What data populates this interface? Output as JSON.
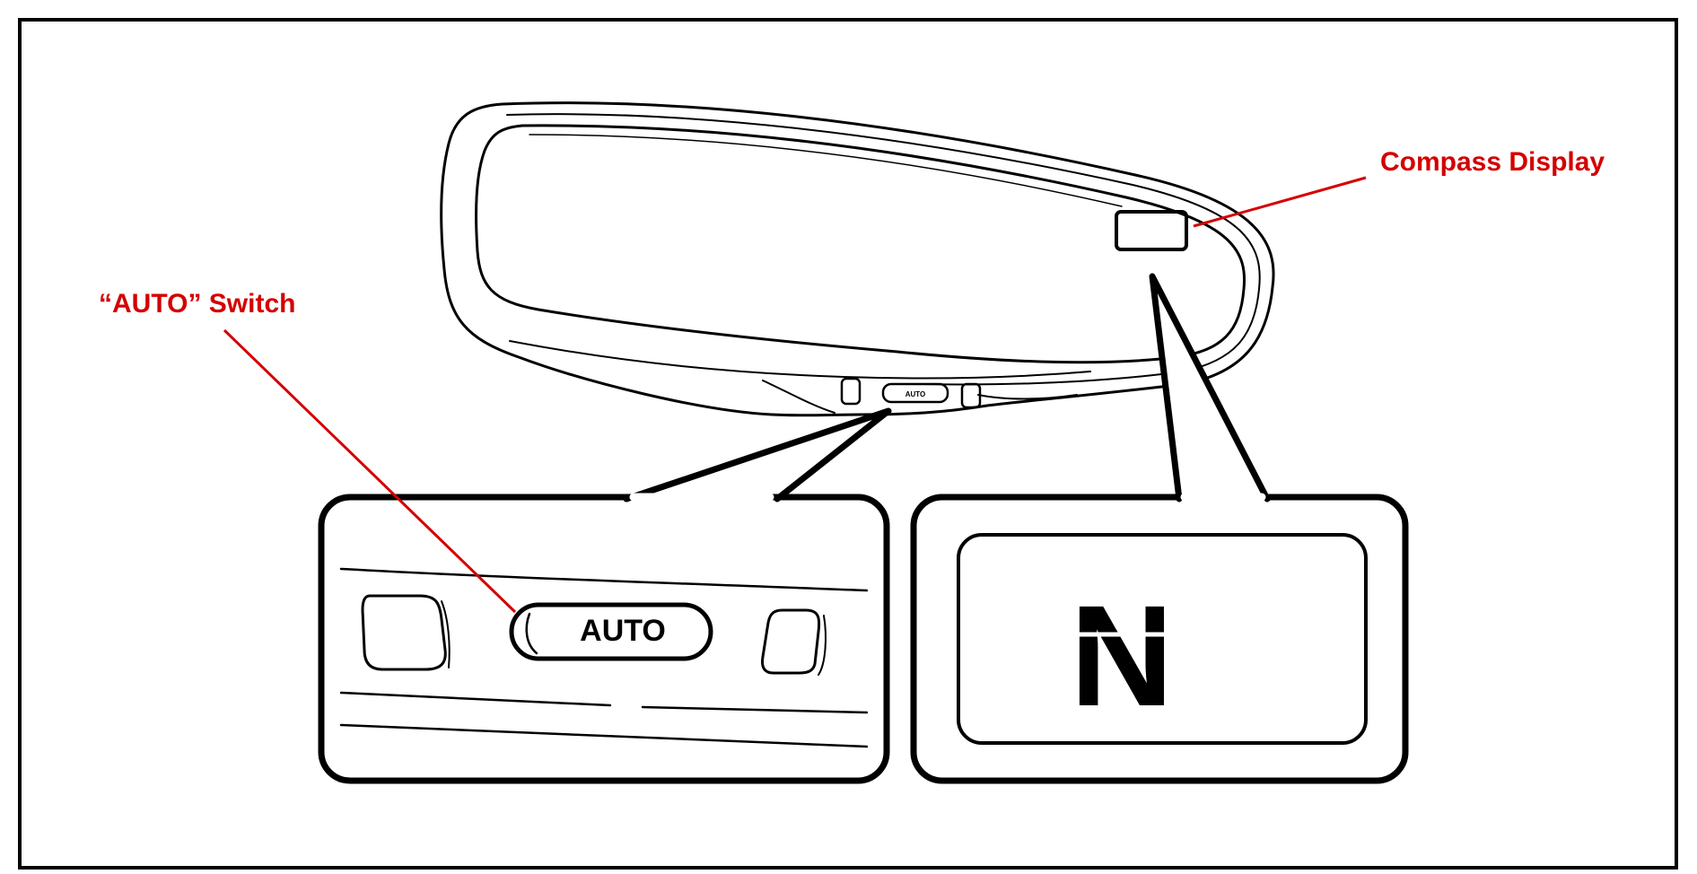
{
  "labels": {
    "auto_switch": "“AUTO” Switch",
    "compass_display": "Compass Display"
  },
  "buttons": {
    "auto_small": "AUTO",
    "auto_large": "AUTO"
  },
  "compass": {
    "heading": "N"
  },
  "colors": {
    "label": "#d40000",
    "leader_line": "#d40000",
    "line_art": "#000000",
    "background": "#ffffff"
  }
}
